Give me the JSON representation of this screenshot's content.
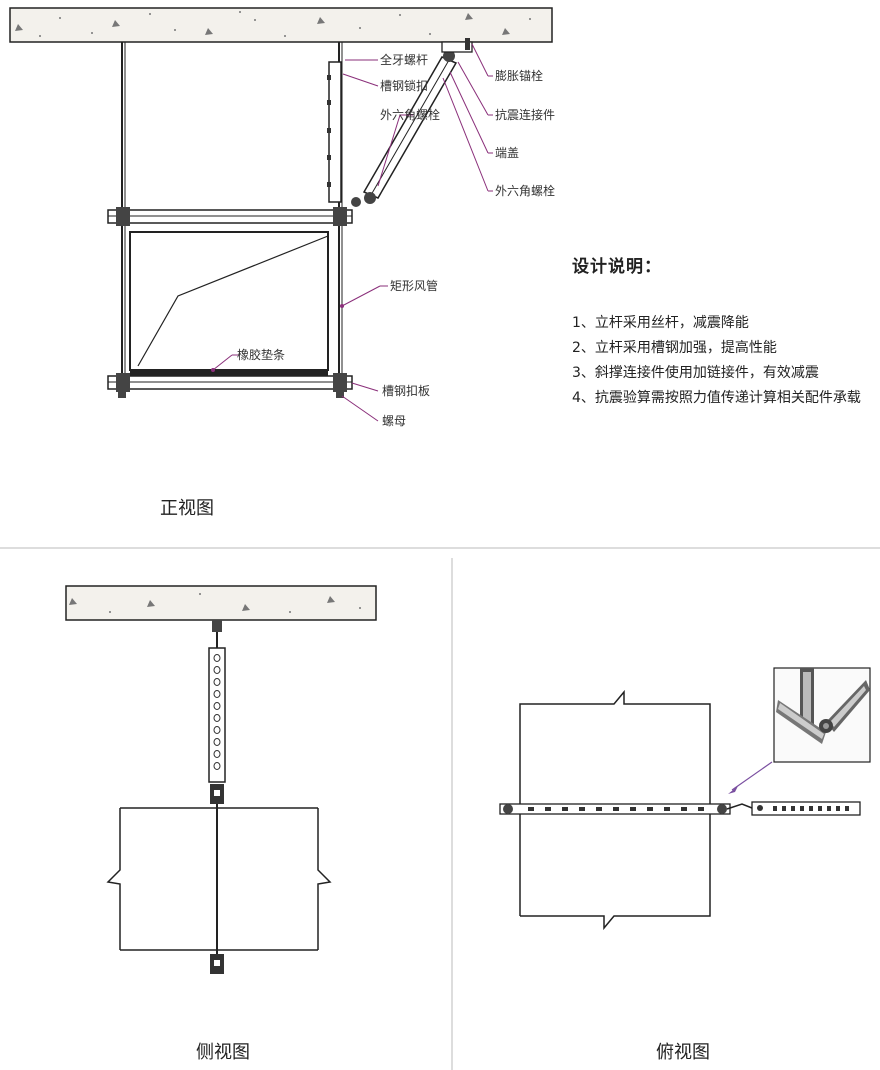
{
  "front_view": {
    "title": "正视图",
    "labels": {
      "full_thread_rod": "全牙螺杆",
      "channel_lock": "槽钢锁扣",
      "hex_bolt_1": "外六角螺栓",
      "expansion_anchor": "膨胀锚栓",
      "seismic_connector": "抗震连接件",
      "end_cap": "端盖",
      "hex_bolt_2": "外六角螺栓",
      "rect_duct": "矩形风管",
      "rubber_pad": "橡胶垫条",
      "channel_plate": "槽钢扣板",
      "nut": "螺母"
    }
  },
  "design_notes": {
    "title": "设计说明：",
    "items": [
      "1、立杆采用丝杆，减震降能",
      "2、立杆采用槽钢加强，提高性能",
      "3、斜撑连接件使用加链接件，有效减震",
      "4、抗震验算需按照力值传递计算相关配件承载"
    ]
  },
  "side_view": {
    "title": "侧视图"
  },
  "top_view": {
    "title": "俯视图"
  },
  "colors": {
    "leader": "#8a2f7a",
    "line": "#222222",
    "concrete": "#f3f1ec"
  }
}
